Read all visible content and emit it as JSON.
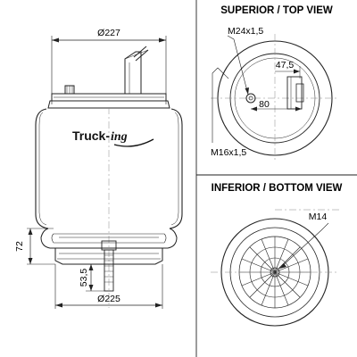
{
  "views": {
    "top_title": "SUPERIOR / TOP VIEW",
    "bottom_title": "INFERIOR / BOTTOM VIEW"
  },
  "dimensions": {
    "top_diameter": "Ø227",
    "bottom_diameter": "Ø225",
    "piston_height": "72",
    "stud_offset": "53,5",
    "air_fitting": "M24x1,5",
    "stud_thread": "M16x1,5",
    "stud_spacing": "80",
    "fitting_offset": "47,5",
    "bottom_thread": "M14"
  },
  "brand": {
    "name_part1": "Truck-",
    "name_part2": "ing"
  }
}
